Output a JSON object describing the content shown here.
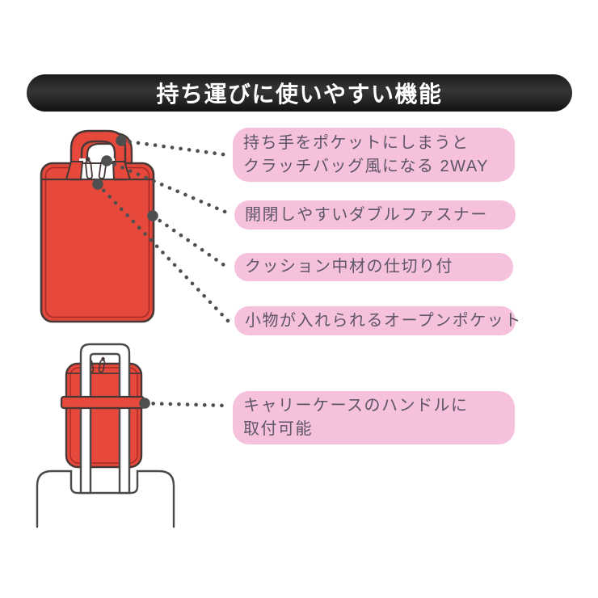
{
  "banner": {
    "title": "持ち運びに使いやすい機能"
  },
  "callouts": [
    {
      "line1": "持ち手をポケットにしまうと",
      "line2": "クラッチバッグ風になる 2WAY"
    },
    {
      "line1": "開閉しやすいダブルファスナー"
    },
    {
      "line1": "クッション中材の仕切り付"
    },
    {
      "line1": "小物が入れられるオープンポケット"
    },
    {
      "line1": "キャリーケースのハンドルに",
      "line2": "取付可能"
    }
  ],
  "icons": {
    "top_illustration": "tote-bag-with-handles-and-double-zipper",
    "bottom_illustration": "bag-attached-to-suitcase-trolley-handle",
    "connector_style": "dotted-leader-lines-with-origin-dots"
  },
  "colors": {
    "bag_red": "#e6483c",
    "bag_red_dark": "#a32b26",
    "line_dark": "#453836",
    "suitcase_gray": "#4a4a4a",
    "callout_pink": "#f5c1dc",
    "callout_text": "#5e5666",
    "banner_text": "#ffffff",
    "connector_dot": "#4f4f4f"
  }
}
